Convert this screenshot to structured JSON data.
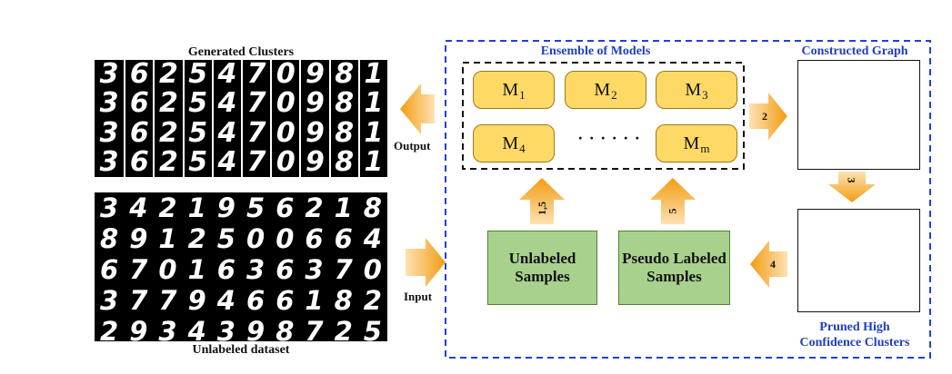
{
  "left": {
    "generated_title": "Generated Clusters",
    "generated_rows": [
      [
        "3",
        "6",
        "2",
        "5",
        "4",
        "7",
        "0",
        "9",
        "8",
        "1"
      ],
      [
        "3",
        "6",
        "2",
        "5",
        "4",
        "7",
        "0",
        "9",
        "8",
        "1"
      ],
      [
        "3",
        "6",
        "2",
        "5",
        "4",
        "7",
        "0",
        "9",
        "8",
        "1"
      ],
      [
        "3",
        "6",
        "2",
        "5",
        "4",
        "7",
        "0",
        "9",
        "8",
        "1"
      ]
    ],
    "unlabeled_title": "Unlabeled dataset",
    "unlabeled_digits": [
      "3",
      "4",
      "2",
      "1",
      "9",
      "5",
      "6",
      "2",
      "1",
      "8",
      "8",
      "9",
      "1",
      "2",
      "5",
      "0",
      "0",
      "6",
      "6",
      "4",
      "6",
      "7",
      "0",
      "1",
      "6",
      "3",
      "6",
      "3",
      "7",
      "0",
      "3",
      "7",
      "7",
      "9",
      "4",
      "6",
      "6",
      "1",
      "8",
      "2",
      "2",
      "9",
      "3",
      "4",
      "3",
      "9",
      "8",
      "7",
      "2",
      "5"
    ],
    "output_label": "Output",
    "input_label": "Input"
  },
  "ensemble": {
    "title": "Ensemble of Models",
    "models": [
      {
        "letter": "M",
        "sub": "1"
      },
      {
        "letter": "M",
        "sub": "2"
      },
      {
        "letter": "M",
        "sub": "3"
      },
      {
        "letter": "M",
        "sub": "4"
      },
      {
        "letter": "M",
        "sub": "m"
      }
    ],
    "dots": "· · · · · ·"
  },
  "boxes": {
    "unlabeled_samples": "Unlabeled Samples",
    "pseudo_labeled_samples": "Pseudo Labeled Samples"
  },
  "steps": {
    "s15": "1,5",
    "s5": "5",
    "s2": "2",
    "s3": "3",
    "s4": "4"
  },
  "right": {
    "constructed_title": "Constructed Graph",
    "pruned_title_1": "Pruned High",
    "pruned_title_2": "Confidence Clusters"
  },
  "colors": {
    "blue_dashed": "#1f3fdf",
    "arrow_orange": "#f4a836",
    "node_red": "#e06666",
    "node_blue": "#6fa8dc",
    "node_green": "#6aa84f",
    "model_yellow": "#ffd966",
    "box_green": "#a9d18e"
  }
}
